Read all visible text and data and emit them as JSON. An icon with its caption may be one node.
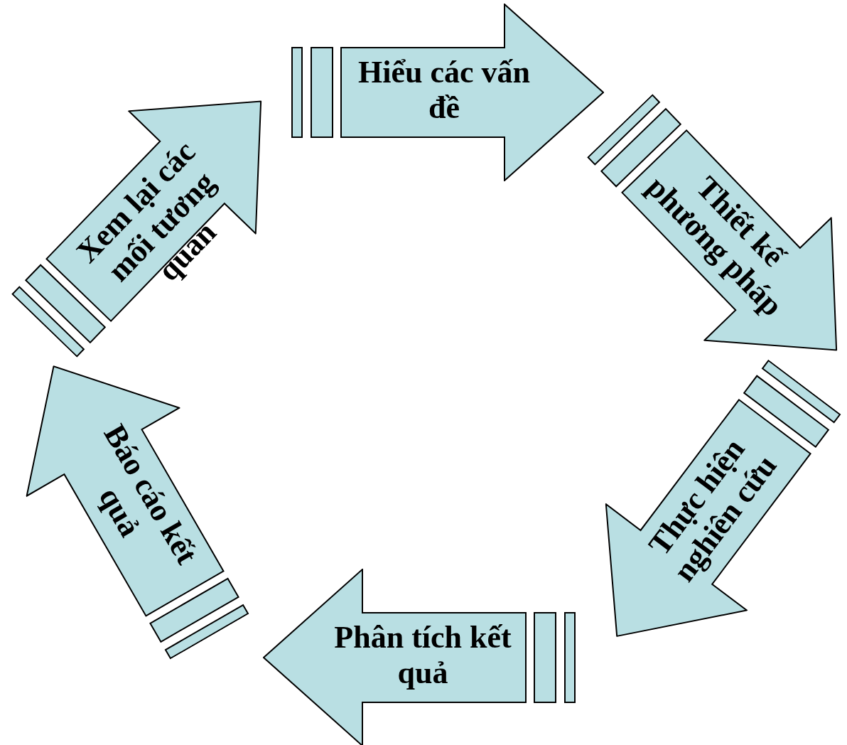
{
  "diagram": {
    "nodes": [
      {
        "text": [
          "Hiểu các vấn đề"
        ]
      },
      {
        "text": [
          "Thiết kế phương pháp"
        ]
      },
      {
        "text": [
          "Thực hiện nghiên cứu"
        ]
      },
      {
        "text": [
          "Phân tích kết quả"
        ]
      },
      {
        "text": [
          "Báo cáo kết quả"
        ]
      },
      {
        "text": [
          "Xem lại các mối tương quan"
        ]
      }
    ]
  }
}
